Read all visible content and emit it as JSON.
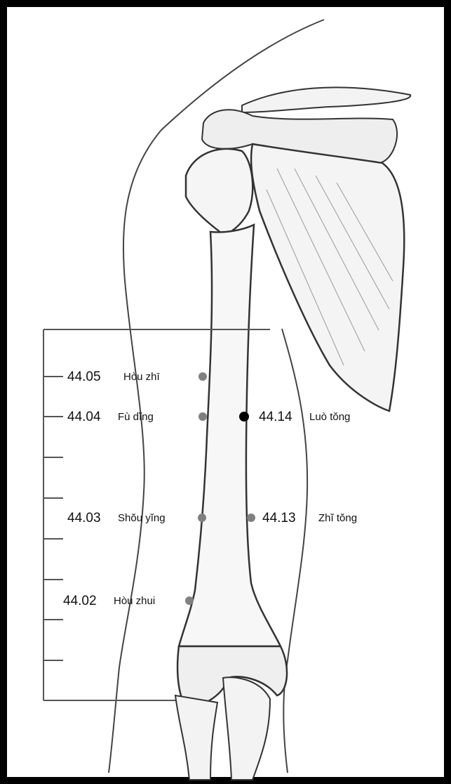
{
  "points": [
    {
      "code": "44.05",
      "name": "Hòu zhī",
      "side": "medial"
    },
    {
      "code": "44.04",
      "name": "Fù dĭng",
      "side": "medial"
    },
    {
      "code": "44.03",
      "name": "Shŏu yĭng",
      "side": "medial"
    },
    {
      "code": "44.02",
      "name": "Hòu zhui",
      "side": "medial"
    },
    {
      "code": "44.14",
      "name": "Luò tŏng",
      "side": "lateral"
    },
    {
      "code": "44.13",
      "name": "Zhĭ tŏng",
      "side": "lateral"
    }
  ],
  "colors": {
    "frame": "#000000",
    "point": "#808080",
    "point_highlight": "#000000",
    "scale": "#555555",
    "bone_stroke": "#333333"
  }
}
